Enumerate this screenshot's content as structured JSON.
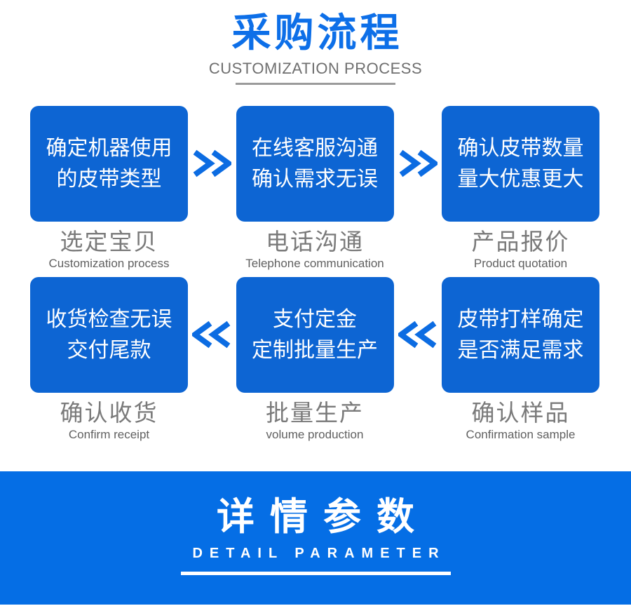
{
  "header": {
    "title": "采购流程",
    "subtitle": "CUSTOMIZATION PROCESS"
  },
  "steps": [
    {
      "box_line1": "确定机器使用",
      "box_line2": "的皮带类型",
      "label_zh": "选定宝贝",
      "label_en": "Customization process"
    },
    {
      "box_line1": "在线客服沟通",
      "box_line2": "确认需求无误",
      "label_zh": "电话沟通",
      "label_en": "Telephone communication"
    },
    {
      "box_line1": "确认皮带数量",
      "box_line2": "量大优惠更大",
      "label_zh": "产品报价",
      "label_en": "Product quotation"
    },
    {
      "box_line1": "收货检查无误",
      "box_line2": "交付尾款",
      "label_zh": "确认收货",
      "label_en": "Confirm receipt"
    },
    {
      "box_line1": "支付定金",
      "box_line2": "定制批量生产",
      "label_zh": "批量生产",
      "label_en": "volume production"
    },
    {
      "box_line1": "皮带打样确定",
      "box_line2": "是否满足需求",
      "label_zh": "确认样品",
      "label_en": "Confirmation sample"
    }
  ],
  "banner": {
    "title": "详情参数",
    "subtitle": "DETAIL PARAMETER"
  },
  "colors": {
    "title_blue": "#0d6fe8",
    "box_blue": "#0d65d3",
    "banner_blue": "#056ee5",
    "arrow_blue": "#0c6ce2",
    "label_gray": "#7a7a7a"
  }
}
